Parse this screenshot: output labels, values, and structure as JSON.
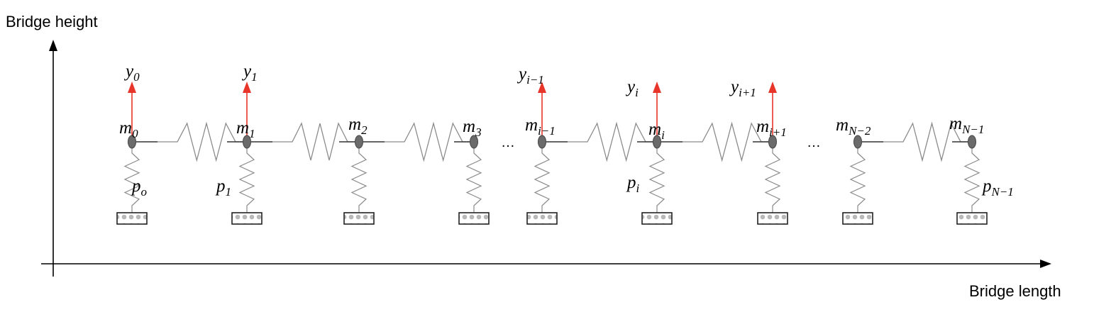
{
  "axes": {
    "y_label": "Bridge height",
    "x_label": "Bridge length"
  },
  "masses": [
    {
      "label": "m",
      "sub": "0",
      "spring": {
        "label": "p",
        "sub": "o"
      },
      "arrow": {
        "label": "y",
        "sub": "0"
      }
    },
    {
      "label": "m",
      "sub": "1",
      "spring": {
        "label": "p",
        "sub": "1"
      },
      "arrow": {
        "label": "y",
        "sub": "1"
      }
    },
    {
      "label": "m",
      "sub": "2"
    },
    {
      "label": "m",
      "sub": "3"
    },
    {
      "label": "m",
      "sub": "i−1",
      "arrow": {
        "label": "y",
        "sub": "i−1"
      }
    },
    {
      "label": "m",
      "sub": "i",
      "spring": {
        "label": "p",
        "sub": "i"
      },
      "arrow": {
        "label": "y",
        "sub": "i"
      }
    },
    {
      "label": "m",
      "sub": "i+1",
      "arrow": {
        "label": "y",
        "sub": "i+1"
      }
    },
    {
      "label": "m",
      "sub": "N−2"
    },
    {
      "label": "m",
      "sub": "N−1",
      "spring": {
        "label": "p",
        "sub": "N−1"
      }
    }
  ],
  "ellipsis": [
    "…",
    "…"
  ],
  "colors": {
    "arrow": "#e8352a",
    "spring": "#8a8a8a",
    "mass": "#6b6b6b",
    "axis": "#000000"
  }
}
